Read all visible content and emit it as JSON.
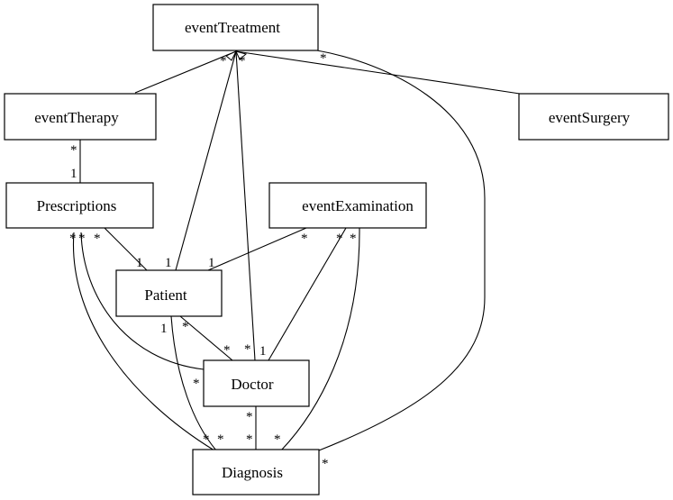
{
  "classes": {
    "eventTreatment": "eventTreatment",
    "eventTherapy": "eventTherapy",
    "eventSurgery": "eventSurgery",
    "prescriptions": "Prescriptions",
    "eventExamination": "eventExamination",
    "patient": "Patient",
    "doctor": "Doctor",
    "diagnosis": "Diagnosis"
  },
  "multiplicity": {
    "many": "*",
    "one": "1"
  }
}
